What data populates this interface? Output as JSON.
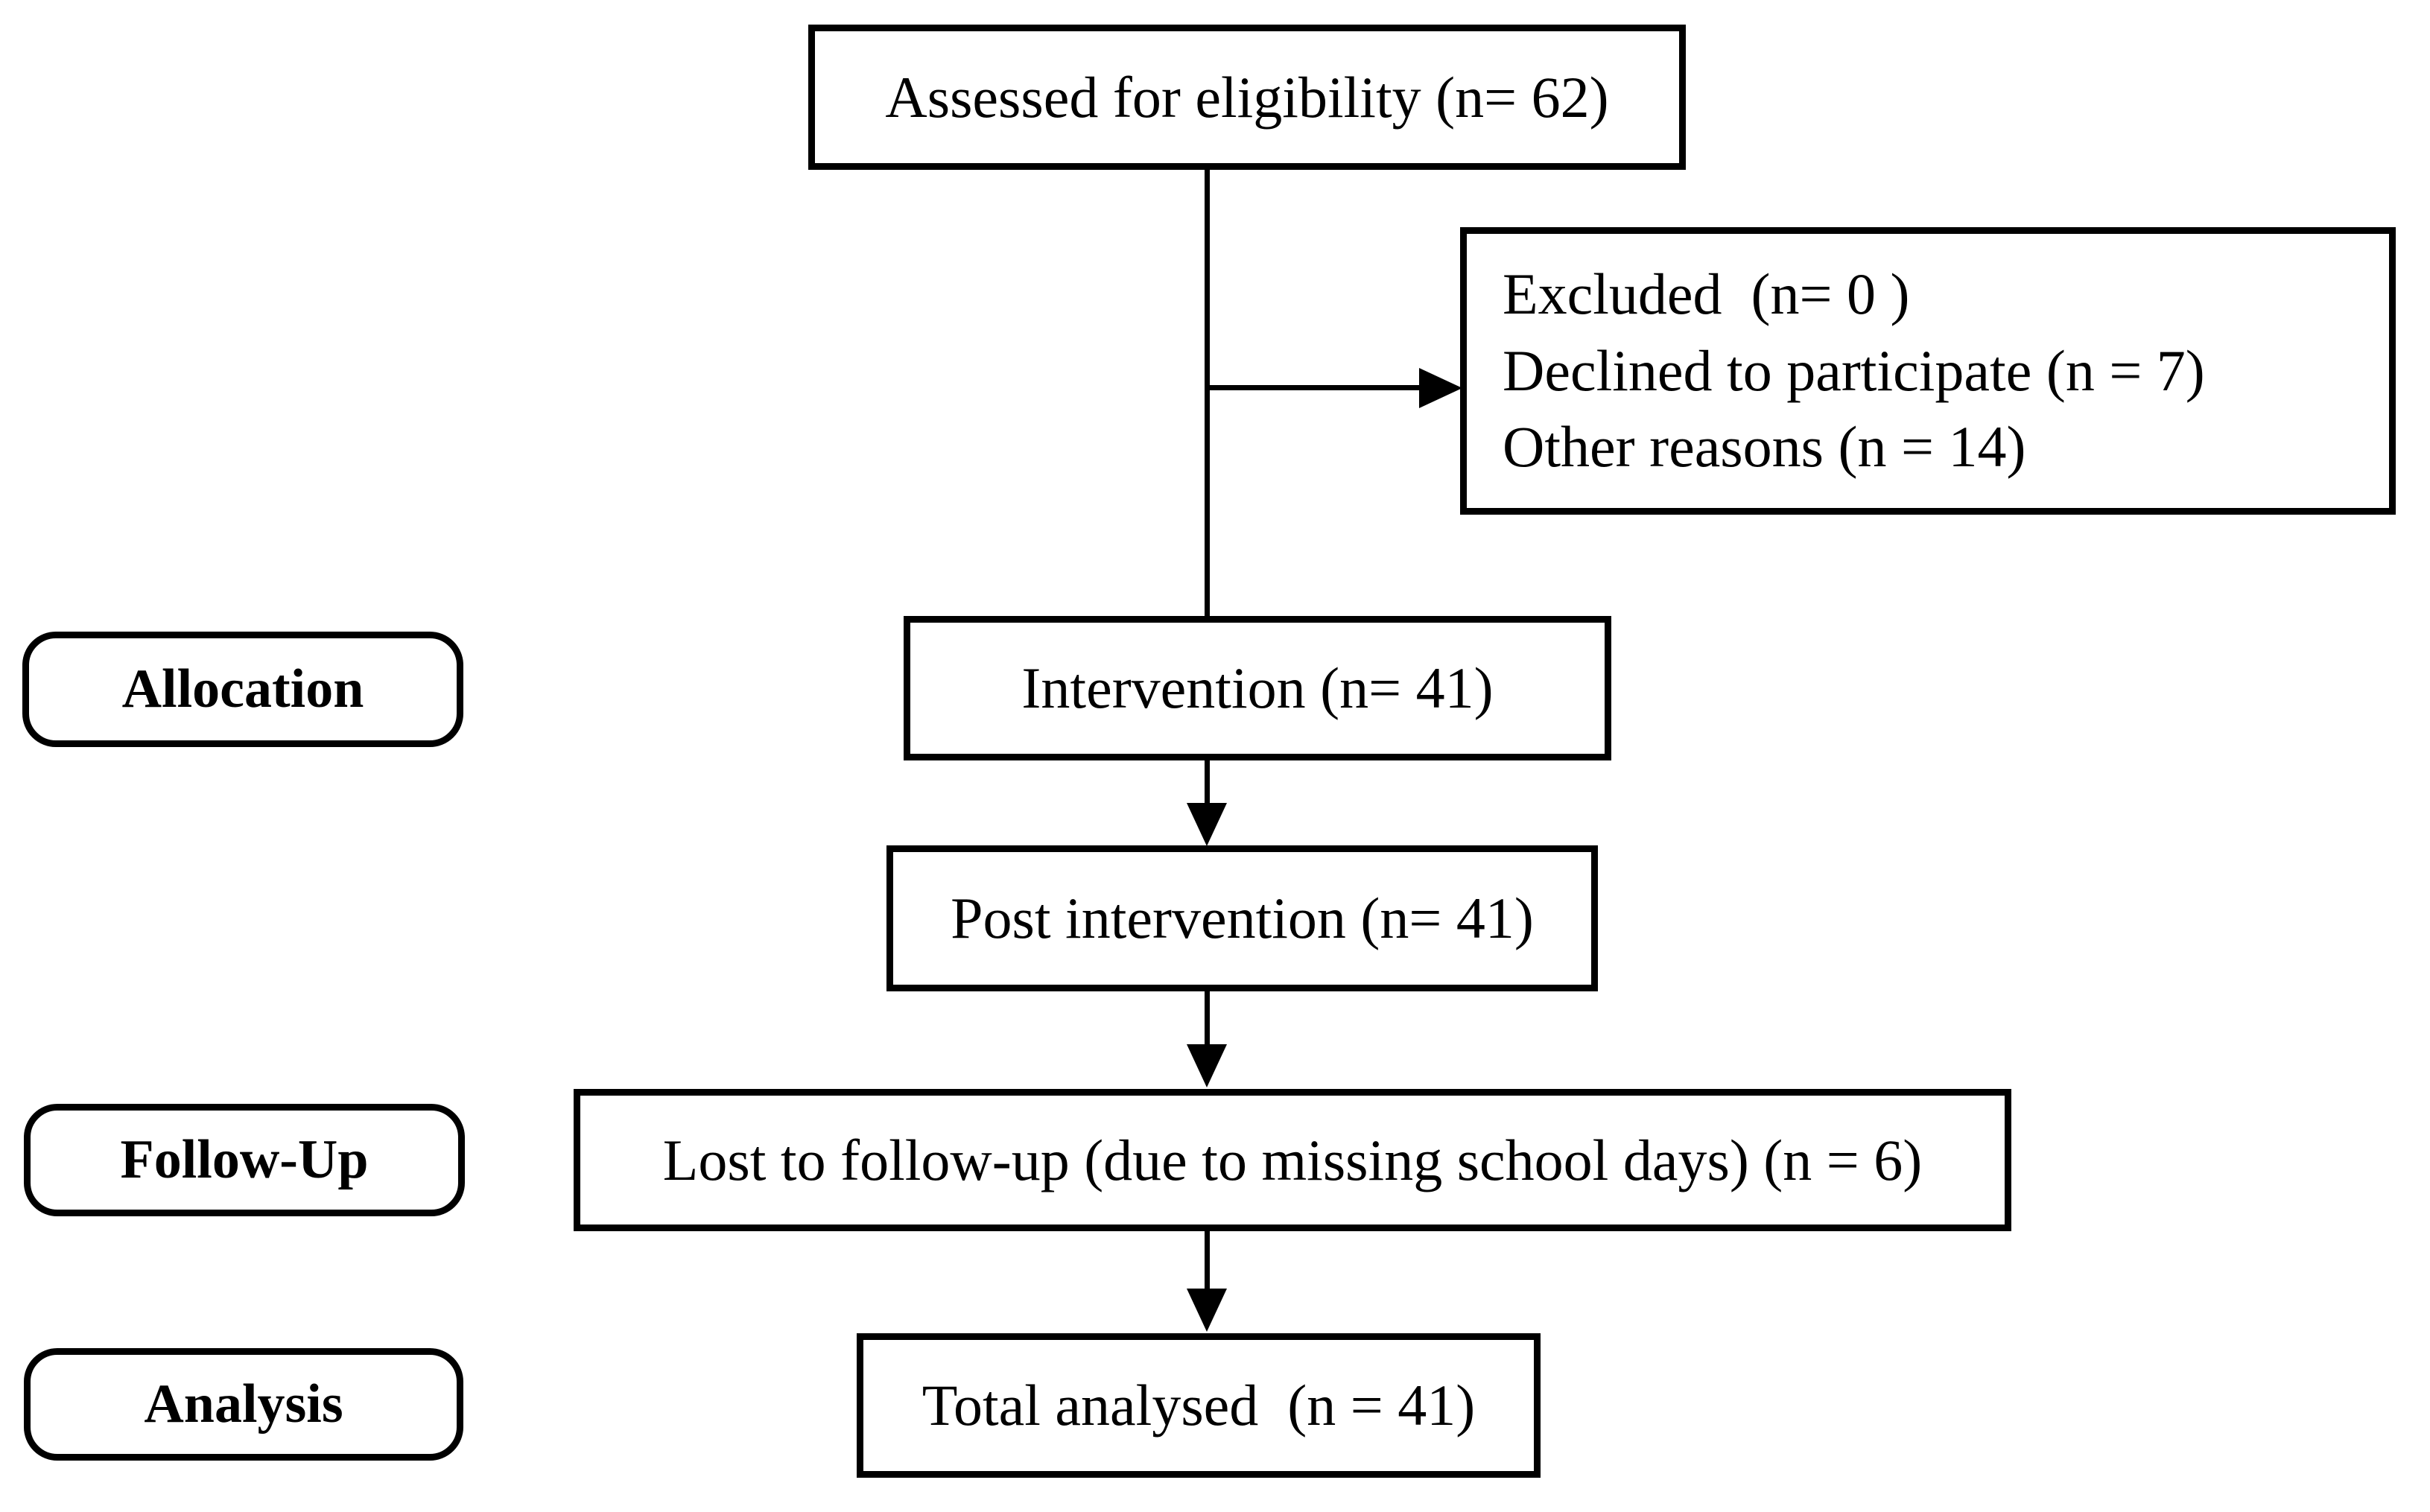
{
  "diagram": {
    "boxes": {
      "assessed": {
        "label": "Assessed for eligibility (n= 62)"
      },
      "excluded": {
        "lines": [
          "Excluded  (n= 0 )",
          "Declined to participate (n = 7)",
          "Other reasons (n = 14)"
        ]
      },
      "intervention": {
        "label": "Intervention (n= 41)"
      },
      "post_intervention": {
        "label": "Post intervention (n= 41)"
      },
      "lost_followup": {
        "label": "Lost to follow-up (due to missing school days) (n = 6)"
      },
      "total_analysed": {
        "label": "Total analysed  (n = 41)"
      }
    },
    "stage_labels": {
      "allocation": "Allocation",
      "follow_up": "Follow-Up",
      "analysis": "Analysis"
    },
    "colors": {
      "line": "#000000",
      "box_border": "#000000",
      "box_fill": "#ffffff",
      "background": "#ffffff",
      "text": "#000000"
    }
  }
}
